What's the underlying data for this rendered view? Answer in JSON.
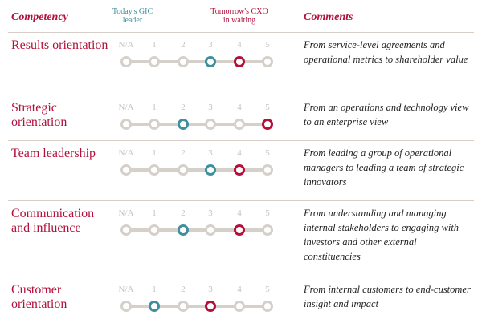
{
  "header": {
    "competency": "Competency",
    "today": "Today's GIC leader",
    "tomorrow": "Tomorrow's CXO in waiting",
    "comments": "Comments"
  },
  "scale": [
    "N/A",
    "1",
    "2",
    "3",
    "4",
    "5"
  ],
  "colors": {
    "accent": "#b3103a",
    "today": "#3f8f9c",
    "track": "#d6d0cb"
  },
  "rows": [
    {
      "title": "Results orientation",
      "today": "3",
      "tomorrow": "4",
      "comment": "From service-level agreements and operational metrics to shareholder value"
    },
    {
      "title": "Strategic orientation",
      "today": "2",
      "tomorrow": "5",
      "comment": "From an operations and technology view to an enterprise view"
    },
    {
      "title": "Team leadership",
      "today": "3",
      "tomorrow": "4",
      "comment": "From leading a group of operational managers to leading a team of strategic innovators"
    },
    {
      "title": "Communication and influence",
      "today": "2",
      "tomorrow": "4",
      "comment": "From understanding and managing internal stakeholders to engaging with investors and other external constituencies"
    },
    {
      "title": "Customer orientation",
      "today": "1",
      "tomorrow": "3",
      "comment": "From internal customers to end-customer insight and impact"
    }
  ]
}
